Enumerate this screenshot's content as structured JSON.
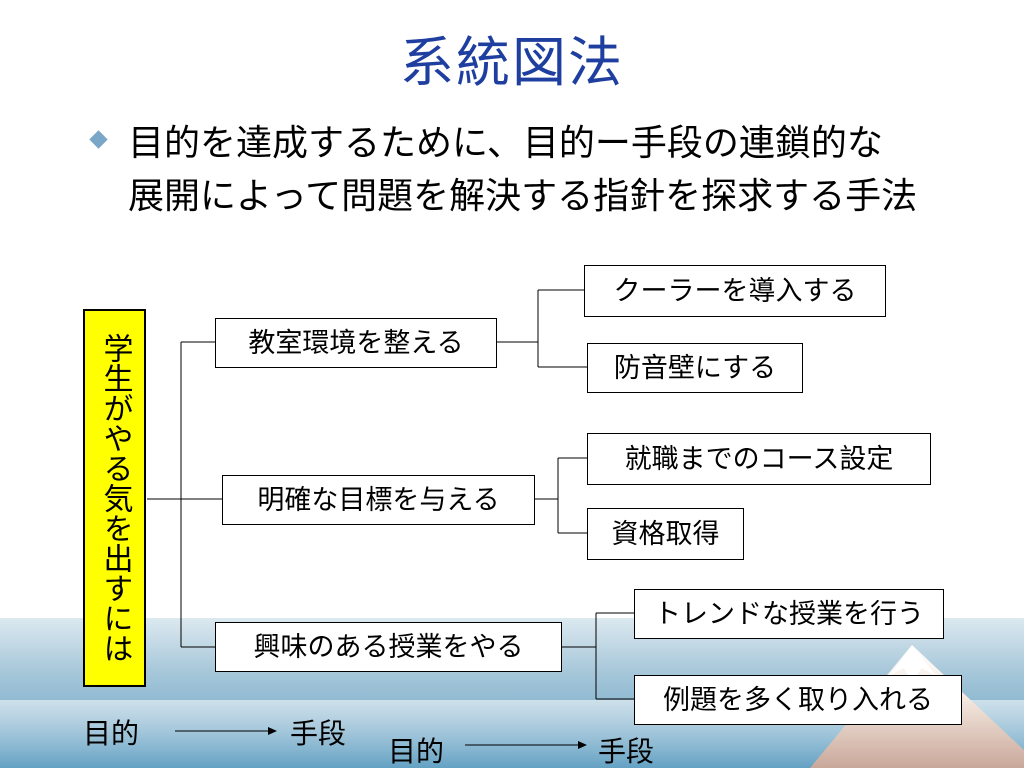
{
  "title": "系統図法",
  "bullet": "目的を達成するために、目的ー手段の連鎖的な展開によって問題を解決する指針を探求する手法",
  "tree": {
    "root": "学生がやる気を出すには",
    "branches": [
      {
        "label": "教室環境を整える",
        "leaves": [
          "クーラーを導入する",
          "防音壁にする"
        ]
      },
      {
        "label": "明確な目標を与える",
        "leaves": [
          "就職までのコース設定",
          "資格取得"
        ]
      },
      {
        "label": "興味のある授業をやる",
        "leaves": [
          "トレンドな授業を行う",
          "例題を多く取り入れる"
        ]
      }
    ]
  },
  "footer": {
    "left": {
      "from": "目的",
      "to": "手段"
    },
    "right": {
      "from": "目的",
      "to": "手段"
    }
  }
}
